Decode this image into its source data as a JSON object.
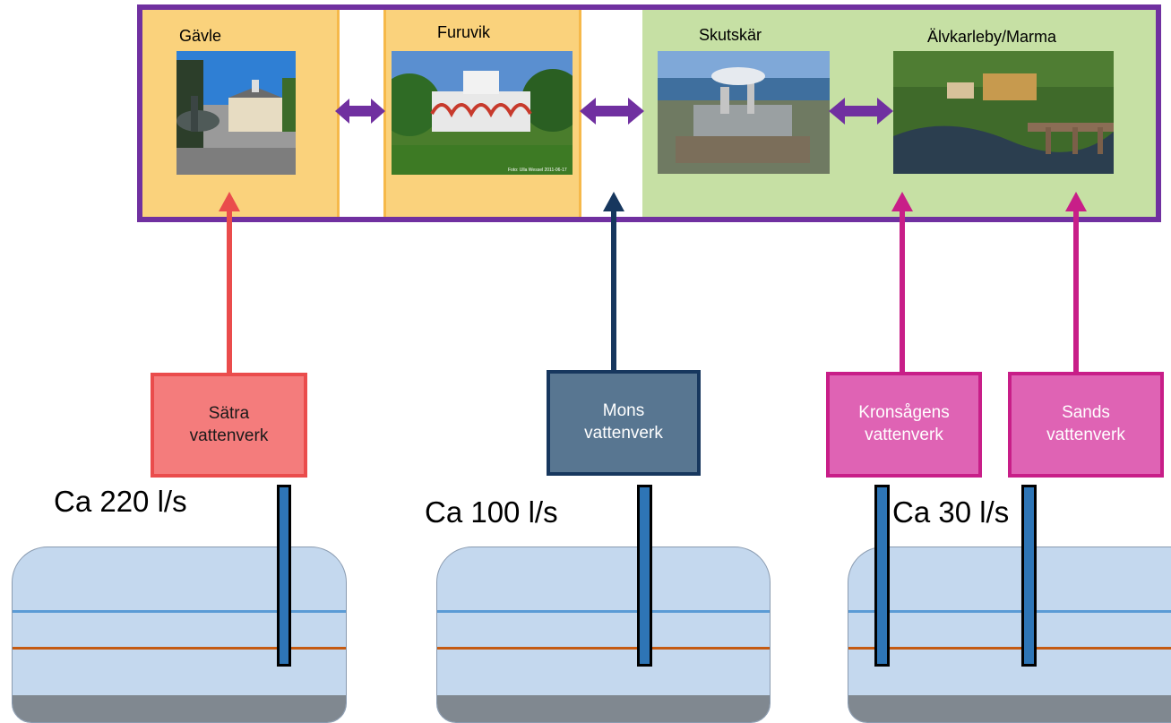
{
  "places": {
    "gavle": "Gävle",
    "furuvik": "Furuvik",
    "skutskar": "Skutskär",
    "alvkarleby": "Älvkarleby/Marma"
  },
  "plants": {
    "satra": "Sätra\nvattenverk",
    "mons": "Mons\nvattenverk",
    "kronsagen": "Kronsågens\nvattenverk",
    "sands": "Sands\nvattenverk"
  },
  "flows": {
    "satra": "Ca 220 l/s",
    "mons": "Ca 100 l/s",
    "south": "Ca 30 l/s"
  },
  "photo_credit": "Foto: Ulla Wessel 2011-06-17",
  "colors": {
    "frame": "#7030a0",
    "orange_zone": "#fad27c",
    "green_zone": "#c6e0a4",
    "satra": "#f47c7c",
    "satra_border": "#ea4c4c",
    "mons": "#587691",
    "mons_border": "#17375e",
    "kronsagen": "#df63b4",
    "kronsagen_border": "#c81e88",
    "aquifer": "#c4d8ee",
    "well": "#2e75b6"
  }
}
